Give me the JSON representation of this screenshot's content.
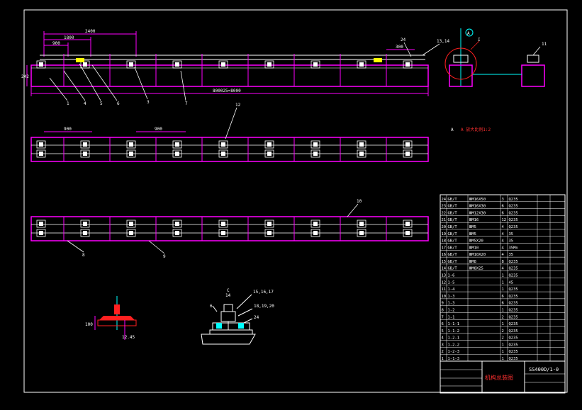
{
  "colors": {
    "frame": "#ffffff",
    "beam": "#ff00ff",
    "rail": "#ffffff",
    "dim": "#ff00ff",
    "leader": "#00ffff",
    "part": "#ffffff",
    "highlight_red": "#ff2020",
    "highlight_yellow": "#ffff00",
    "text": "#ffffff"
  },
  "dims": {
    "d_2400": "2400",
    "d_1800": "1800",
    "d_900": "900",
    "d_300_side": "300",
    "d_total": "800025=8000",
    "d_height": "242",
    "d_900_mid_a": "900",
    "d_900_mid_b": "900",
    "d_bottom_a": "100",
    "d_bottom_b": "12.45"
  },
  "callouts": {
    "c1": "1",
    "c4": "4",
    "c5": "5",
    "c6": "6",
    "c3": "3",
    "c7": "7",
    "c24": "24",
    "c13": "13,14",
    "cA": "A",
    "cI": "I",
    "c11": "11",
    "c12": "12",
    "c10": "10",
    "c8": "8",
    "c9": "9",
    "cC": "C",
    "c14": "14",
    "c15": "15,16,17",
    "c6b": "6",
    "c18": "18,19,20",
    "c24b": "24",
    "cA_label": "A"
  },
  "detail_note": "A  放大比例1:2",
  "title_block": {
    "drawing_no": "SS400D/1-0",
    "title": "机构总装图",
    "rows": [
      [
        "24",
        "GB/T",
        "ⅢM16X50",
        "3",
        "Q235",
        "",
        ""
      ],
      [
        "23",
        "GB/T",
        "ⅢM16X30",
        "6",
        "Q235",
        "",
        ""
      ],
      [
        "22",
        "GB/T",
        "ⅢM12X30",
        "6",
        "Q235",
        "",
        ""
      ],
      [
        "21",
        "GB/T",
        "ⅢM16",
        "12",
        "Q235",
        "",
        ""
      ],
      [
        "20",
        "GB/T",
        "ⅢM5",
        "4",
        "Q235",
        "",
        ""
      ],
      [
        "19",
        "GB/T",
        "ⅢM5",
        "4",
        "35",
        "",
        ""
      ],
      [
        "18",
        "GB/T",
        "ⅢM5X20",
        "4",
        "35",
        "",
        ""
      ],
      [
        "17",
        "GB/T",
        "ⅢM10",
        "4",
        "35Mn",
        "",
        ""
      ],
      [
        "16",
        "GB/T",
        "ⅢM10X20",
        "4",
        "35",
        "",
        ""
      ],
      [
        "15",
        "GB/T",
        "ⅢM8",
        "8",
        "Q235",
        "",
        ""
      ],
      [
        "14",
        "GB/T",
        "ⅢM8X25",
        "4",
        "Q235",
        "",
        ""
      ],
      [
        "13",
        "1-6",
        "",
        "1",
        "Q235",
        "",
        ""
      ],
      [
        "12",
        "1-5",
        "",
        "1",
        "45",
        "",
        ""
      ],
      [
        "11",
        "1-4",
        "",
        "1",
        "Q235",
        "",
        ""
      ],
      [
        "10",
        "1-3",
        "",
        "6",
        "Q235",
        "",
        ""
      ],
      [
        "9",
        "1-3",
        "",
        "6",
        "Q235",
        "",
        ""
      ],
      [
        "8",
        "1-2",
        "",
        "1",
        "Q235",
        "",
        ""
      ],
      [
        "7",
        "1-1",
        "",
        "2",
        "Q235",
        "",
        ""
      ],
      [
        "6",
        "1-1-1",
        "",
        "1",
        "Q235",
        "",
        ""
      ],
      [
        "5",
        "1-1-2",
        "",
        "2",
        "Q235",
        "",
        ""
      ],
      [
        "4",
        "1-2-1",
        "",
        "2",
        "Q235",
        "",
        ""
      ],
      [
        "3",
        "1-2-2",
        "",
        "1",
        "Q235",
        "",
        ""
      ],
      [
        "2",
        "1-2-3",
        "",
        "1",
        "Q235",
        "",
        ""
      ],
      [
        "1",
        "1-1-3",
        "",
        "1",
        "Q235",
        "",
        ""
      ]
    ]
  }
}
